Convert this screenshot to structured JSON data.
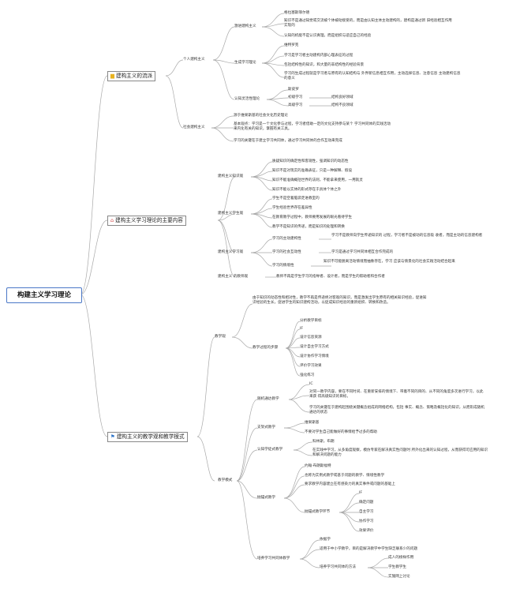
{
  "root": "构建主义学习理论",
  "s1": {
    "title": "建构主义的流派",
    "icon": "note-icon",
    "b1": "个人建构主义",
    "b1a": "激进建构主义",
    "b1a1": "格拉塞斯菲尔德",
    "b1a2": "知识不是通过知觉或交流被个体被动接受的，而是由认知主体主动建构的，建构是通过新 旧经验相互作用实现的",
    "b1a3": "认知的机能不是认识真理，而是组织与适应自己的经验",
    "b1b": "生成学习理论",
    "b1b1": "维特罗克",
    "b1b2": "学习是学习者主动建构内部心理表征的过程",
    "b1b3": "包括结构性的知识，和大量的非结构性的经验背景",
    "b1b4": "学习的生成过程就是学习者与原有的认知结构与 外界新信息相互作用，主动选择信息、注意信息 主动建构信息的意义",
    "b1c": "认知灵活性理论",
    "b1c1": "斯皮罗",
    "b1c2": "初级学习",
    "b1c2a": "结构良好领域",
    "b1c3": "高级学习",
    "b1c3a": "结构不良领域",
    "b2": "社会建构主义",
    "b2a": "源于维果斯基的社会文化历史理论",
    "b2b": "基本观点：学习是一个文化参与过程，学习者借助一定的文化支持参与某个 学习共同体的实践活动来内化有关的知识，掌握有关工具。",
    "b2c": "学习的关键在于建立学习共同体，通过学习共同体的合作互动来完成"
  },
  "s2": {
    "title": "建构主义学习理论的主要内容",
    "icon": "home-icon",
    "k": "建构主义知识观",
    "k1": "质疑知识的确定性和客观性，强调知识的动态性",
    "k2": "知识不是对现实的准确表征，只是一种解释、假设",
    "k3": "知识不能准确概括世界的法则，不能拿来使用，一用就灵",
    "k4": "知识不能以实体的形式存在于具体个体之外",
    "st": "建构主义学生观",
    "st1": "学生不是空着脑袋走进教室的",
    "st2": "学生经验世界存在差异性",
    "st3": "在教育教学过程中，教师要用发展的眼光看待学生",
    "st4": "教学不是知识的传递，而是知识的处理和转换",
    "l": "建构主义学习观",
    "l1": "学习的主动建构性",
    "l1a": "学习不是教师向学生传递知识的 过程，学习者不是被动的信息吸 收者，而是主动的信息建构者",
    "l2": "学习的社会互动性",
    "l2a": "学习是通过学习共同体相互合作完成的",
    "l3": "学习的情境性",
    "l3a": "知识不可能脱离活动情境而抽象存在，学习 应该与情景化的社会实践活动结合起来",
    "tv": "建构主义 的教师观",
    "tv1": "教师不再是学生学习的指导者、设计者，而是学生的帮助者和合作者"
  },
  "s3": {
    "title": "建构主义的教学观和教学模式",
    "icon": "flag-icon",
    "jx": "教学观",
    "jx1": "由于知识的动态性和相对性，教学不再是传递绝对客观的知识，而是激发出学生原有的相关知识经验，促进知识经验的生长，促进学生的知识建构活动，以促成知识经验的重新组织、转换和改造。",
    "jx2": "教学过程的步骤",
    "jx2a": "分析教学目标",
    "jx2b": "IF",
    "jx2c": "设计信息资源",
    "jx2d": "设计自主学习方式",
    "jx2e": "设计协作学习情境",
    "jx2f": "评价学习效果",
    "jx2g": "强化练习",
    "ms": "教学模式",
    "a": "随机通达教学",
    "a1": "IC",
    "a2": "对同一教学内容，要在不同时间、在重新安排的情境下、带着不同的目的、从不同的角度多次进行学习，以此来获 得高级知识的目标。",
    "a3": "学习的关键在于建构起围绕关键概念组成的网络结构，包括 事实、概念、策略及概括化的知识，从而形成随机通达的状态",
    "b": "支架式教学",
    "b1": "维果斯基",
    "b2": "不要对学生自己能做好的事情给予过多的帮助",
    "c": "认知学徒式教学",
    "c1": "科林斯，布朗",
    "c2": "在实践中学习，从多角度观察，模仿专家在解决真实性问题时 所外化出来的认知过程，从而获得可应用的知识和解决问题的能力",
    "d": "抛锚式教学",
    "d1": "约翰·布朗斯福特",
    "d2": "也称为实例式教学或基于问题的教学、情境性教学",
    "d3": "要求教学内容建立在有感染力的真实事件或问题的基础上",
    "d4": "抛锚式教学环节",
    "d4a": "IF",
    "d4b": "确定问题",
    "d4c": "自主学习",
    "d4d": "协作学习",
    "d4e": "效果评价",
    "e": "培养学习共同体教学",
    "e1": "依据学",
    "e2": "适用于中小学教学，目的是解决教学中学生缺乏联系少的问题",
    "e3": "培养学习共同体的方法",
    "e3a": "成人的榜样作用",
    "e3b": "学生教学生",
    "e3c": "实施网上讨论"
  }
}
